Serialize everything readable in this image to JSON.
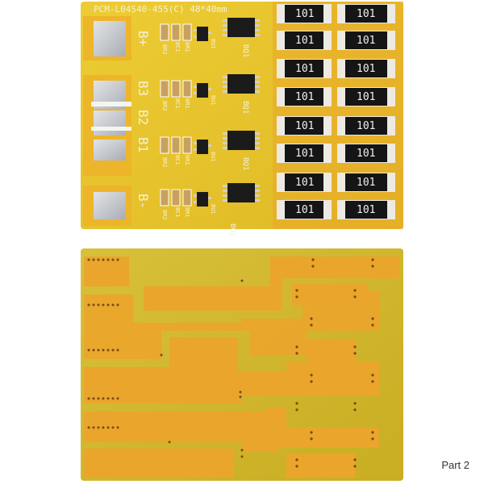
{
  "caption": "Part 2",
  "front_board": {
    "board_label": "PCM-L04S40-455(C) 48*40mm",
    "terminals": [
      "B+",
      "B3",
      "B2",
      "B1",
      "B-"
    ],
    "component_refs": {
      "br2": "BR2",
      "br1": "BR1",
      "bc1": "BC1",
      "bu1": "BU1",
      "bq1": "BQ1"
    },
    "resistor_code": "101",
    "colors": {
      "pcb": "#e6c22a",
      "pad": "#c9ccd0",
      "ic": "#1b1b1b",
      "resistor": "#151515",
      "silkscreen": "#f4f0d8"
    }
  },
  "back_board": {
    "colors": {
      "pcb": "#d9bd2e",
      "copper": "#e9a62a"
    }
  }
}
